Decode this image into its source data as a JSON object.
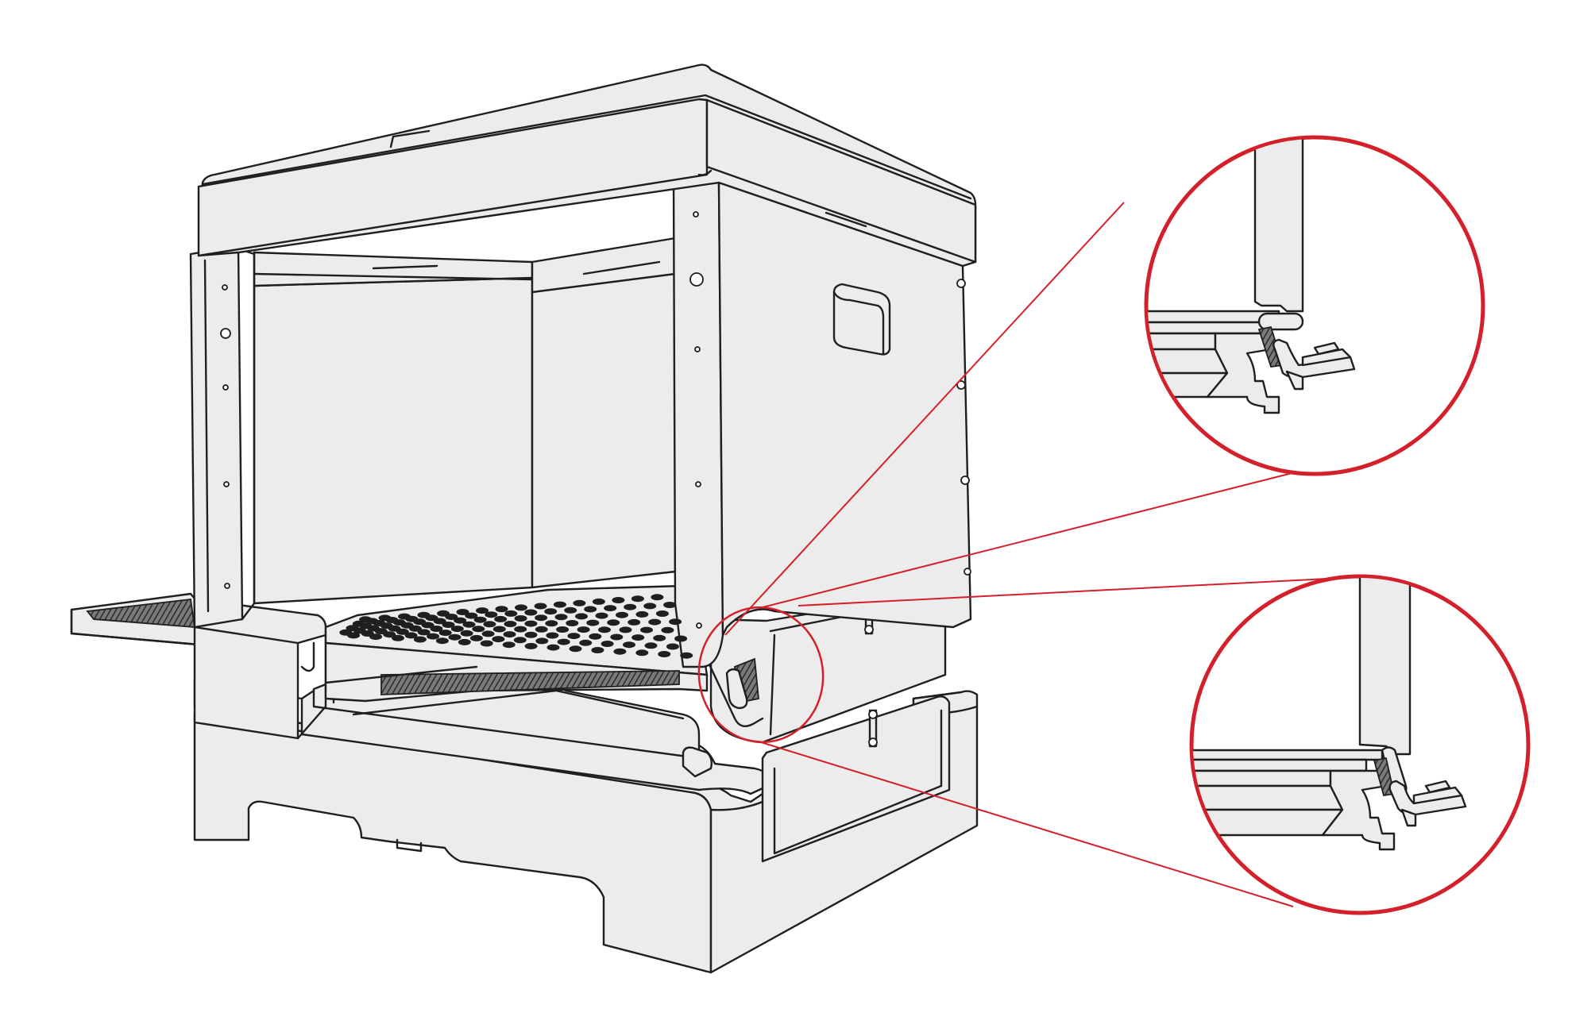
{
  "colors": {
    "ink": "#1f1f1f",
    "body_fill": "#ebeceb",
    "accent": "#d4202a",
    "background": "#ffffff"
  },
  "diagram": {
    "subject": "beehive-box-with-slide-out-tray",
    "callouts": [
      {
        "id": "detail-top",
        "shows": "tray-rail-latch-closed"
      },
      {
        "id": "detail-bottom",
        "shows": "tray-rail-latch-open"
      }
    ]
  }
}
